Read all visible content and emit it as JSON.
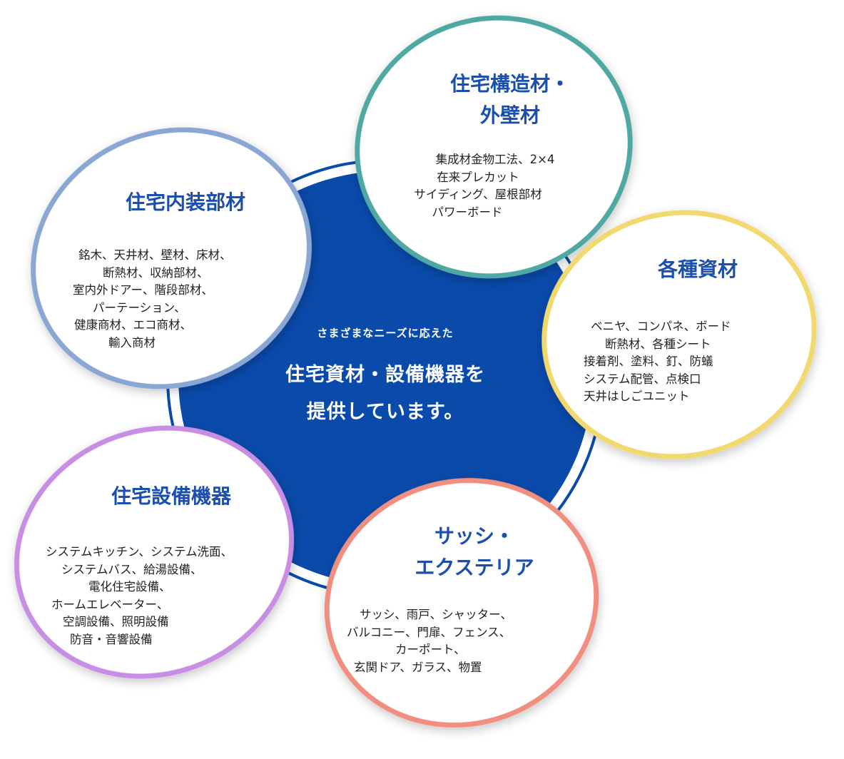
{
  "center": {
    "subtitle": "さまざまなニーズに応えた",
    "lines": [
      "住宅資材・設備機器を",
      "提供しています。"
    ]
  },
  "bubbles": [
    {
      "id": "structural",
      "title": [
        "住宅構造材・",
        "外壁材"
      ],
      "items": [
        "集成材金物工法、2×4",
        "在来プレカット",
        "サイディング、屋根部材",
        "パワーボード"
      ],
      "border_color": "#4fa8a3"
    },
    {
      "id": "interior",
      "title": [
        "住宅内装部材"
      ],
      "items": [
        "銘木、天井材、壁材、床材、",
        "断熱材、収納部材、",
        "室内外ドアー、階段部材、",
        "パーテーション、",
        "健康商材、エコ商材、",
        "輸入商材"
      ],
      "border_color": "#8aa7d4"
    },
    {
      "id": "materials",
      "title": [
        "各種資材"
      ],
      "items": [
        "ベニヤ、コンパネ、ボード",
        "断熱材、各種シート",
        "接着剤、塗料、釘、防蟻",
        "システム配管、点検口",
        "天井はしごユニット"
      ],
      "border_color": "#f1d96e"
    },
    {
      "id": "equipment",
      "title": [
        "住宅設備機器"
      ],
      "items": [
        "システムキッチン、システム洗面、",
        "システムバス、給湯設備、",
        "電化住宅設備、",
        "ホームエレベーター、",
        "空調設備、照明設備",
        "防音・音響設備"
      ],
      "border_color": "#c88ee4"
    },
    {
      "id": "sash",
      "title": [
        "サッシ・",
        "エクステリア"
      ],
      "items": [
        "サッシ、雨戸、シャッター、",
        "バルコニー、門扉、フェンス、",
        "カーポート、",
        "玄関ドア、ガラス、物置"
      ],
      "border_color": "#f08f80"
    }
  ],
  "colors": {
    "center_fill": "#0a4aab",
    "center_ring": "#0a4aab",
    "title_text": "#1a4fae",
    "body_text": "#222222",
    "center_text": "#ffffff"
  }
}
